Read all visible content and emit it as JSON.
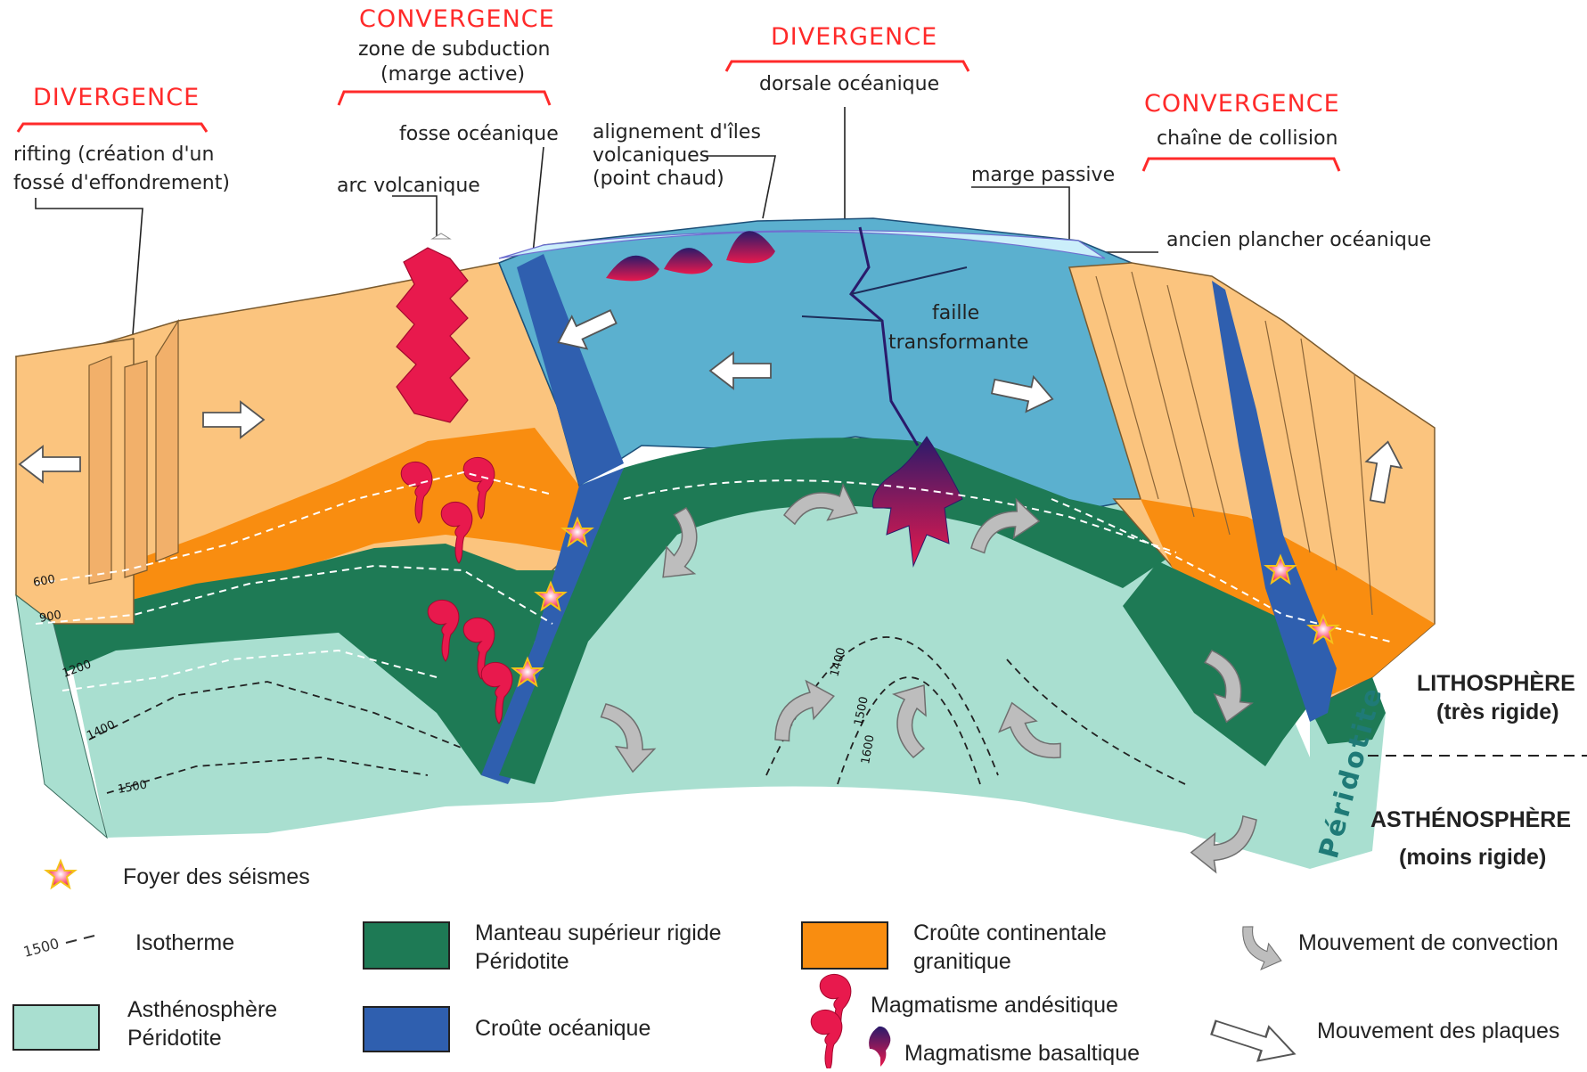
{
  "headers": {
    "divergence_left": "DIVERGENCE",
    "convergence_subduction": "CONVERGENCE",
    "divergence_center": "DIVERGENCE",
    "convergence_collision": "CONVERGENCE"
  },
  "labels": {
    "rifting_1": "rifting (création d'un",
    "rifting_2": "fossé d'effondrement)",
    "subduction_1": "zone de subduction",
    "subduction_2": "(marge active)",
    "fosse": "fosse océanique",
    "arc": "arc volcanique",
    "iles_1": "alignement d'îles",
    "iles_2": "volcaniques",
    "iles_3": "(point chaud)",
    "dorsale": "dorsale océanique",
    "marge": "marge passive",
    "collision": "chaîne de collision",
    "ancien": "ancien plancher océanique",
    "faille_1": "faille",
    "faille_2": "transformante",
    "litho_1": "LITHOSPHÈRE",
    "litho_2": "(très rigide)",
    "astheno_1": "ASTHÉNOSPHÈRE",
    "astheno_2": "(moins rigide)",
    "peridotite": "Péridotite"
  },
  "isotherms": {
    "i600": "600",
    "i900": "900",
    "i1200": "1200",
    "i1400": "1400",
    "i1500": "1500",
    "c1400": "1400",
    "c1500": "1500",
    "c1600": "1600"
  },
  "legend": {
    "seismes": "Foyer des séismes",
    "isotherme_sample": "1500",
    "isotherme": "Isotherme",
    "manteau_1": "Manteau supérieur rigide",
    "manteau_2": "Péridotite",
    "croute_cont_1": "Croûte continentale",
    "croute_cont_2": "granitique",
    "convection": "Mouvement de convection",
    "astheno_1": "Asthénosphère",
    "astheno_2": "Péridotite",
    "croute_oce": "Croûte océanique",
    "andesitique": "Magmatisme andésitique",
    "basaltique": "Magmatisme basaltique",
    "plaques": "Mouvement des plaques"
  },
  "colors": {
    "continental_light": "#fbc47e",
    "continental_orange": "#f98d10",
    "mantle_green": "#1e7a55",
    "asthenosphere": "#a9dfd0",
    "ocean_blue": "#5bb0cf",
    "oceanic_crust": "#2f5faf",
    "water": "#cbeefa",
    "header_red": "#ff2a2a",
    "magma_red": "#e8194d",
    "magma_dark": "#2a1a6b"
  }
}
